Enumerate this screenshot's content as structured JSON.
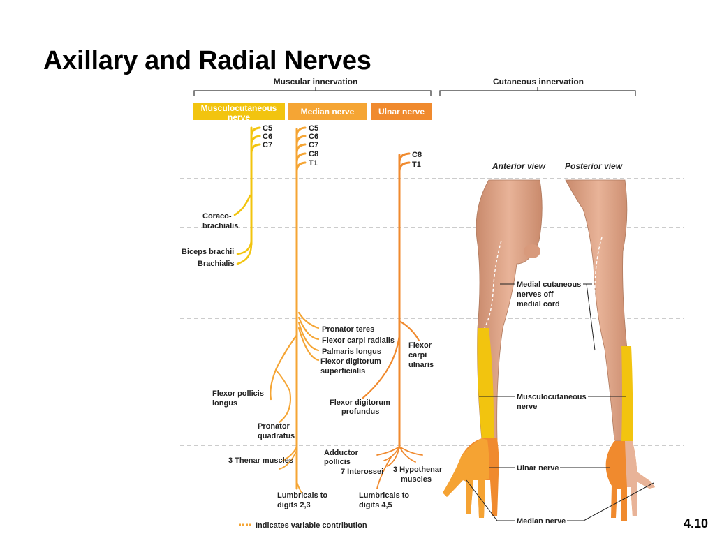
{
  "slide": {
    "title": "Axillary and Radial Nerves",
    "figure_number": "4.10"
  },
  "headers": {
    "muscular": "Muscular innervation",
    "cutaneous": "Cutaneous innervation"
  },
  "nerves": {
    "musculocutaneous": {
      "line1": "Musculocutaneous",
      "line2": "nerve",
      "roots": [
        "C5",
        "C6",
        "C7"
      ],
      "color": "#f2c40f"
    },
    "median": {
      "label": "Median nerve",
      "roots": [
        "C5",
        "C6",
        "C7",
        "C8",
        "T1"
      ],
      "color": "#f5a534"
    },
    "ulnar": {
      "label": "Ulnar nerve",
      "roots": [
        "C8",
        "T1"
      ],
      "color": "#f08a2e"
    }
  },
  "muscles": {
    "coracobrachialis": [
      "Coraco-",
      "brachialis"
    ],
    "biceps": "Biceps brachii",
    "brachialis": "Brachialis",
    "pronator_teres": "Pronator teres",
    "flexor_carpi_radialis": "Flexor carpi radialis",
    "palmaris_longus": "Palmaris longus",
    "fds": [
      "Flexor digitorum",
      "superficialis"
    ],
    "fcu": [
      "Flexor",
      "carpi",
      "ulnaris"
    ],
    "fpl": [
      "Flexor pollicis",
      "longus"
    ],
    "fdp": [
      "Flexor digitorum",
      "profundus"
    ],
    "pronator_quadratus": [
      "Pronator",
      "quadratus"
    ],
    "thenar": "3 Thenar muscles",
    "adductor": [
      "Adductor",
      "pollicis"
    ],
    "interossei": "7 Interossei",
    "hypothenar": [
      "3 Hypothenar",
      "muscles"
    ],
    "lumbricals_23": [
      "Lumbricals to",
      "digits 2,3"
    ],
    "lumbricals_45": [
      "Lumbricals to",
      "digits 4,5"
    ]
  },
  "views": {
    "anterior": "Anterior view",
    "posterior": "Posterior view"
  },
  "cutaneous_labels": {
    "medial": [
      "Medial cutaneous",
      "nerves off",
      "medial cord"
    ],
    "musculocutaneous": [
      "Musculocutaneous",
      "nerve"
    ],
    "ulnar": "Ulnar nerve",
    "median": "Median nerve"
  },
  "legend": {
    "variable": "Indicates variable contribution"
  }
}
